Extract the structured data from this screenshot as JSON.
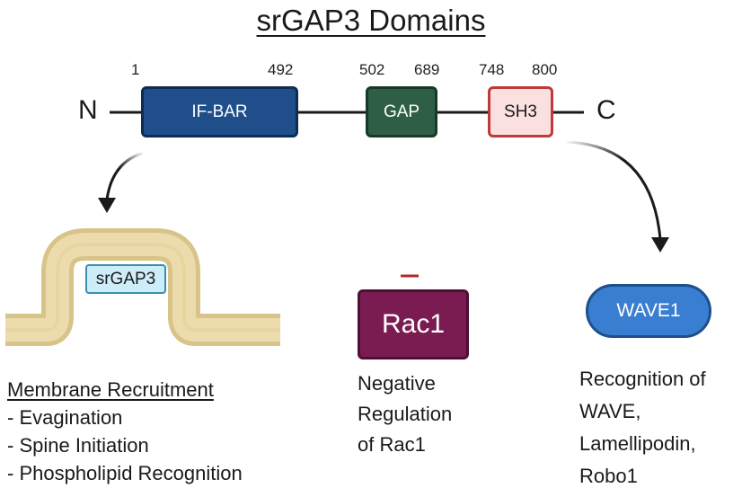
{
  "title": "srGAP3 Domains",
  "protein": {
    "n_terminus": "N",
    "c_terminus": "C",
    "domains": [
      {
        "name": "IF-BAR",
        "start": "1",
        "end": "492",
        "fill": "#1f4e8a",
        "border": "#0f2c52",
        "text_color": "#ffffff"
      },
      {
        "name": "GAP",
        "start": "502",
        "end": "689",
        "fill": "#2e5e45",
        "border": "#173a28",
        "text_color": "#ffffff"
      },
      {
        "name": "SH3",
        "start": "748",
        "end": "800",
        "fill": "#fbe0e0",
        "border": "#c0393b",
        "text_color": "#1a1a1a"
      }
    ]
  },
  "membrane": {
    "label": "srGAP3",
    "color": "#ecdcad",
    "edge_color": "#d8c488",
    "heading": "Membrane Recruitment",
    "items": [
      "- Evagination",
      "- Spine Initiation",
      "- Phospholipid Recognition"
    ]
  },
  "rac1": {
    "label": "Rac1",
    "fill": "#7a1c52",
    "inhibit_color": "#b02a2a",
    "description": [
      "Negative",
      "Regulation",
      "of Rac1"
    ]
  },
  "wave1": {
    "label": "WAVE1",
    "fill": "#3a7ed1",
    "description": [
      "Recognition of",
      "WAVE,",
      "Lamellipodin,",
      "Robo1"
    ]
  }
}
